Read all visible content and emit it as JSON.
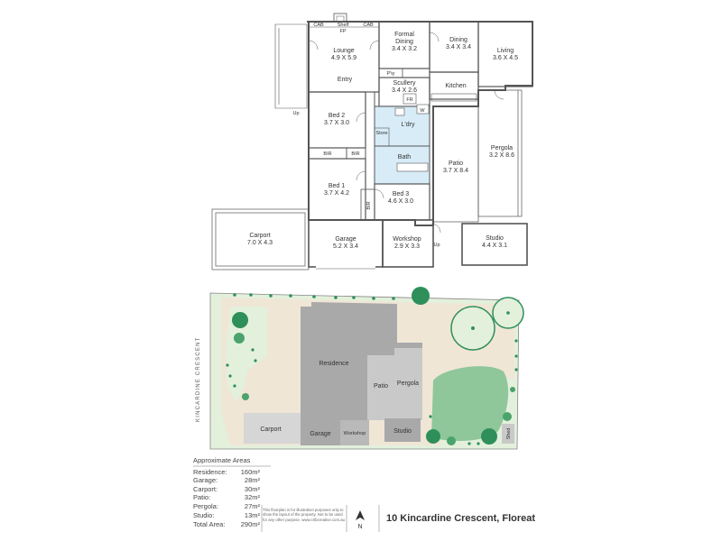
{
  "floorplan": {
    "rooms": [
      {
        "id": "lounge",
        "name": "Lounge",
        "dims": "4.9 X 5.9"
      },
      {
        "id": "formal-dining",
        "name": "Formal\nDining",
        "dims": "3.4 X 3.2"
      },
      {
        "id": "dining",
        "name": "Dining",
        "dims": "3.4 X 3.4"
      },
      {
        "id": "living",
        "name": "Living",
        "dims": "3.6 X 4.5"
      },
      {
        "id": "scullery",
        "name": "Scullery",
        "dims": "3.4 X 2.6"
      },
      {
        "id": "bed2",
        "name": "Bed 2",
        "dims": "3.7 X 3.0"
      },
      {
        "id": "bed1",
        "name": "Bed 1",
        "dims": "3.7 X 4.2"
      },
      {
        "id": "bed3",
        "name": "Bed 3",
        "dims": "4.6 X 3.0"
      },
      {
        "id": "patio",
        "name": "Patio",
        "dims": "3.7 X 8.4"
      },
      {
        "id": "pergola",
        "name": "Pergola",
        "dims": "3.2 X 8.6"
      },
      {
        "id": "carport",
        "name": "Carport",
        "dims": "7.0 X 4.3"
      },
      {
        "id": "garage",
        "name": "Garage",
        "dims": "5.2 X 3.4"
      },
      {
        "id": "workshop",
        "name": "Workshop",
        "dims": "2.9 X 3.3"
      },
      {
        "id": "studio",
        "name": "Studio",
        "dims": "4.4 X 3.1"
      }
    ],
    "labels": {
      "entry": "Entry",
      "kitchen": "Kitchen",
      "pantry": "P'ty",
      "laundry": "L'dry",
      "bath": "Bath",
      "bir": "BIR",
      "fr": "FR",
      "w": "W",
      "store": "Store",
      "fp": "FP",
      "cab": "CAB",
      "shelf": "Shelf",
      "up": "Up"
    }
  },
  "site": {
    "street": "KINCARDINE CRESCENT",
    "labels": {
      "residence": "Residence",
      "patio": "Patio",
      "pergola": "Pergola",
      "carport": "Carport",
      "garage": "Garage",
      "workshop": "Workshop",
      "studio": "Studio",
      "shed": "Shed"
    }
  },
  "areas": {
    "title": "Approximate Areas",
    "rows": [
      {
        "label": "Residence:",
        "value": "160m²"
      },
      {
        "label": "Garage:",
        "value": "28m²"
      },
      {
        "label": "Carport:",
        "value": "30m²"
      },
      {
        "label": "Patio:",
        "value": "32m²"
      },
      {
        "label": "Pergola:",
        "value": "27m²"
      },
      {
        "label": "Studio:",
        "value": "13m²"
      }
    ],
    "total": {
      "label": "Total Area:",
      "value": "290m²"
    }
  },
  "disclaimer": "This floorplan is for illustration purposes only to show the layout of the property. Not to be used for any other purpose. www.crtbcreative.com.au",
  "north_label": "N",
  "address": "10 Kincardine Crescent, Floreat",
  "colors": {
    "wall": "#555555",
    "wet_area": "#d7ecf7",
    "building": "#a9a9a9",
    "outbuilding": "#c9c9c9",
    "paving": "#f0e6d6",
    "lawn": "#e3f0dc",
    "lawn_dark": "#8fc79a",
    "tree": "#2f8f5b"
  }
}
